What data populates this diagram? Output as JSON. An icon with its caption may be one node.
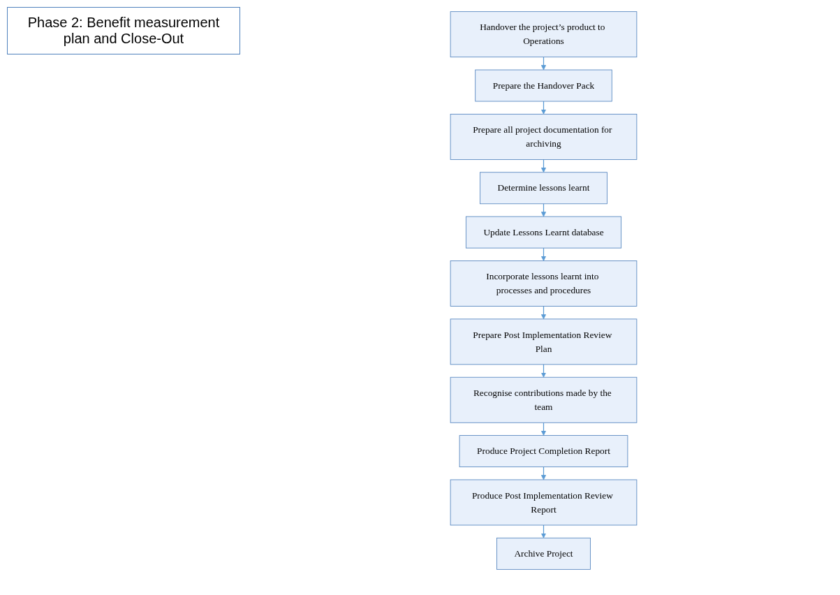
{
  "diagram": {
    "title": "Phase 2: Benefit measurement plan and Close-Out",
    "nodes": [
      {
        "text": [
          "Handover the project’s product to Operations"
        ]
      },
      {
        "text": [
          "Prepare the Handover Pack"
        ]
      },
      {
        "text": [
          "Prepare all project documentation for archiving"
        ]
      },
      {
        "text": [
          "Determine lessons learnt"
        ]
      },
      {
        "text": [
          "Update Lessons Learnt database"
        ]
      },
      {
        "text": [
          "Incorporate lessons learnt into processes and procedures"
        ]
      },
      {
        "text": [
          "Prepare Post Implementation Review Plan"
        ]
      },
      {
        "text": [
          "Recognise contributions made by the team"
        ]
      },
      {
        "text": [
          "Produce Project Completion Report"
        ]
      },
      {
        "text": [
          "Produce Post Implementation Review Report"
        ]
      },
      {
        "text": [
          "Archive Project"
        ]
      }
    ],
    "edges": [
      {
        "from": 0,
        "to": 1,
        "arrow": "to"
      },
      {
        "from": 1,
        "to": 2,
        "arrow": "to"
      },
      {
        "from": 2,
        "to": 3,
        "arrow": "to"
      },
      {
        "from": 3,
        "to": 4,
        "arrow": "to"
      },
      {
        "from": 4,
        "to": 5,
        "arrow": "to"
      },
      {
        "from": 5,
        "to": 6,
        "arrow": "to"
      },
      {
        "from": 6,
        "to": 7,
        "arrow": "to"
      },
      {
        "from": 7,
        "to": 8,
        "arrow": "to"
      },
      {
        "from": 8,
        "to": 9,
        "arrow": "to"
      },
      {
        "from": 9,
        "to": 10,
        "arrow": "to"
      }
    ]
  }
}
